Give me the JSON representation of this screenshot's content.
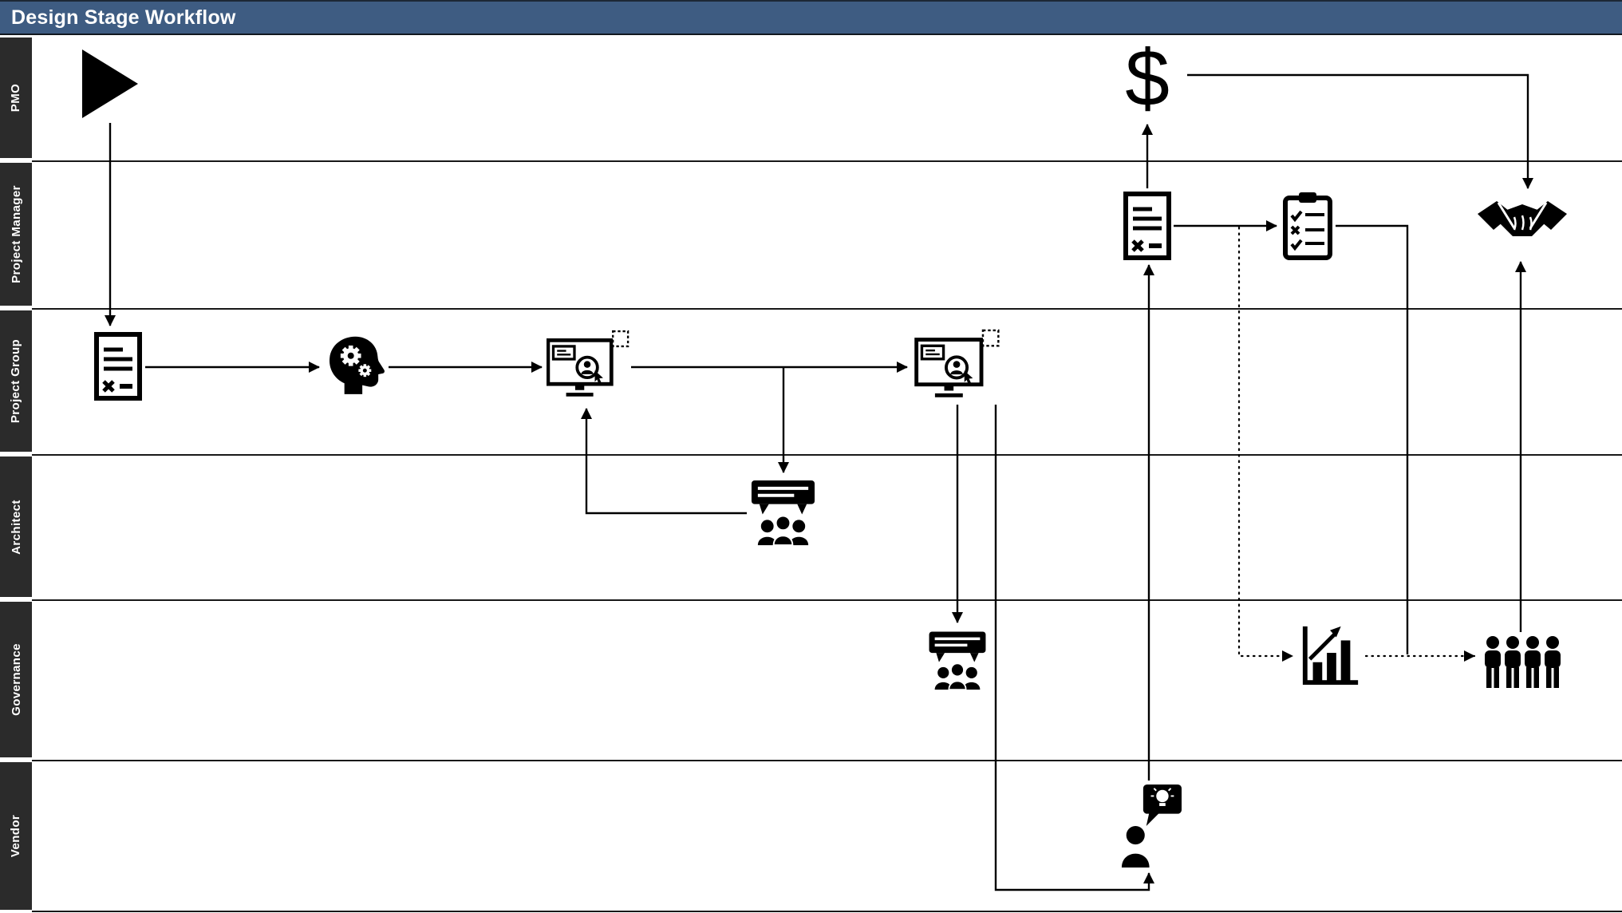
{
  "header": {
    "title": "Design Stage Workflow"
  },
  "lanes": [
    {
      "id": "pmo",
      "label": "PMO"
    },
    {
      "id": "project-manager",
      "label": "Project Manager"
    },
    {
      "id": "project-group",
      "label": "Project Group"
    },
    {
      "id": "architect",
      "label": "Architect"
    },
    {
      "id": "governance",
      "label": "Governance"
    },
    {
      "id": "vendor",
      "label": "Vendor"
    }
  ],
  "nodes": [
    {
      "name": "start-icon",
      "lane": "PMO",
      "shape": "play-triangle"
    },
    {
      "name": "funding-dollar-icon",
      "lane": "PMO",
      "glyph": "$"
    },
    {
      "name": "design-document-icon",
      "lane": "Project Group",
      "shape": "document-with-signoff"
    },
    {
      "name": "brainstorm-icon",
      "lane": "Project Group",
      "shape": "head-with-gears"
    },
    {
      "name": "design-tool-computer-icon",
      "lane": "Project Group",
      "shape": "monitor-user-cursor"
    },
    {
      "name": "design-revision-computer-icon",
      "lane": "Project Group",
      "shape": "monitor-user-cursor"
    },
    {
      "name": "architect-review-meeting-icon",
      "lane": "Architect",
      "shape": "presentation-audience"
    },
    {
      "name": "governance-review-meeting-icon",
      "lane": "Governance",
      "shape": "presentation-audience"
    },
    {
      "name": "analytics-chart-icon",
      "lane": "Governance",
      "shape": "bar-chart-rising-arrow"
    },
    {
      "name": "stakeholder-group-icon",
      "lane": "Governance",
      "shape": "four-people"
    },
    {
      "name": "approval-document-icon",
      "lane": "Project Manager",
      "shape": "document-with-signoff"
    },
    {
      "name": "checklist-clipboard-icon",
      "lane": "Project Manager",
      "shape": "clipboard-checklist"
    },
    {
      "name": "agreement-handshake-icon",
      "lane": "Project Manager",
      "shape": "handshake"
    },
    {
      "name": "vendor-consultation-icon",
      "lane": "Vendor",
      "shape": "person-idea-bubble"
    }
  ],
  "edges": [
    {
      "from": "start-icon",
      "to": "design-document-icon",
      "style": "solid"
    },
    {
      "from": "design-document-icon",
      "to": "brainstorm-icon",
      "style": "solid"
    },
    {
      "from": "brainstorm-icon",
      "to": "design-tool-computer-icon",
      "style": "solid"
    },
    {
      "from": "design-tool-computer-icon",
      "to": "design-revision-computer-icon",
      "style": "solid"
    },
    {
      "from": "design-tool-computer-icon",
      "to": "architect-review-meeting-icon",
      "style": "solid"
    },
    {
      "from": "architect-review-meeting-icon",
      "to": "design-tool-computer-icon",
      "style": "solid"
    },
    {
      "from": "design-revision-computer-icon",
      "to": "governance-review-meeting-icon",
      "style": "solid"
    },
    {
      "from": "design-revision-computer-icon",
      "to": "vendor-consultation-icon",
      "style": "solid"
    },
    {
      "from": "vendor-consultation-icon",
      "to": "approval-document-icon",
      "style": "solid"
    },
    {
      "from": "approval-document-icon",
      "to": "funding-dollar-icon",
      "style": "solid"
    },
    {
      "from": "funding-dollar-icon",
      "to": "agreement-handshake-icon",
      "style": "solid"
    },
    {
      "from": "approval-document-icon",
      "to": "checklist-clipboard-icon",
      "style": "solid"
    },
    {
      "from": "checklist-clipboard-icon",
      "to": "stakeholder-group-icon",
      "style": "solid"
    },
    {
      "from": "approval-document-icon",
      "to": "analytics-chart-icon",
      "style": "dotted"
    },
    {
      "from": "analytics-chart-icon",
      "to": "stakeholder-group-icon",
      "style": "dotted"
    },
    {
      "from": "stakeholder-group-icon",
      "to": "agreement-handshake-icon",
      "style": "solid"
    }
  ],
  "colors": {
    "header_bg": "#3E5C82",
    "lane_label_bg": "#2B2B2B",
    "line": "#000000",
    "icon": "#000000"
  }
}
